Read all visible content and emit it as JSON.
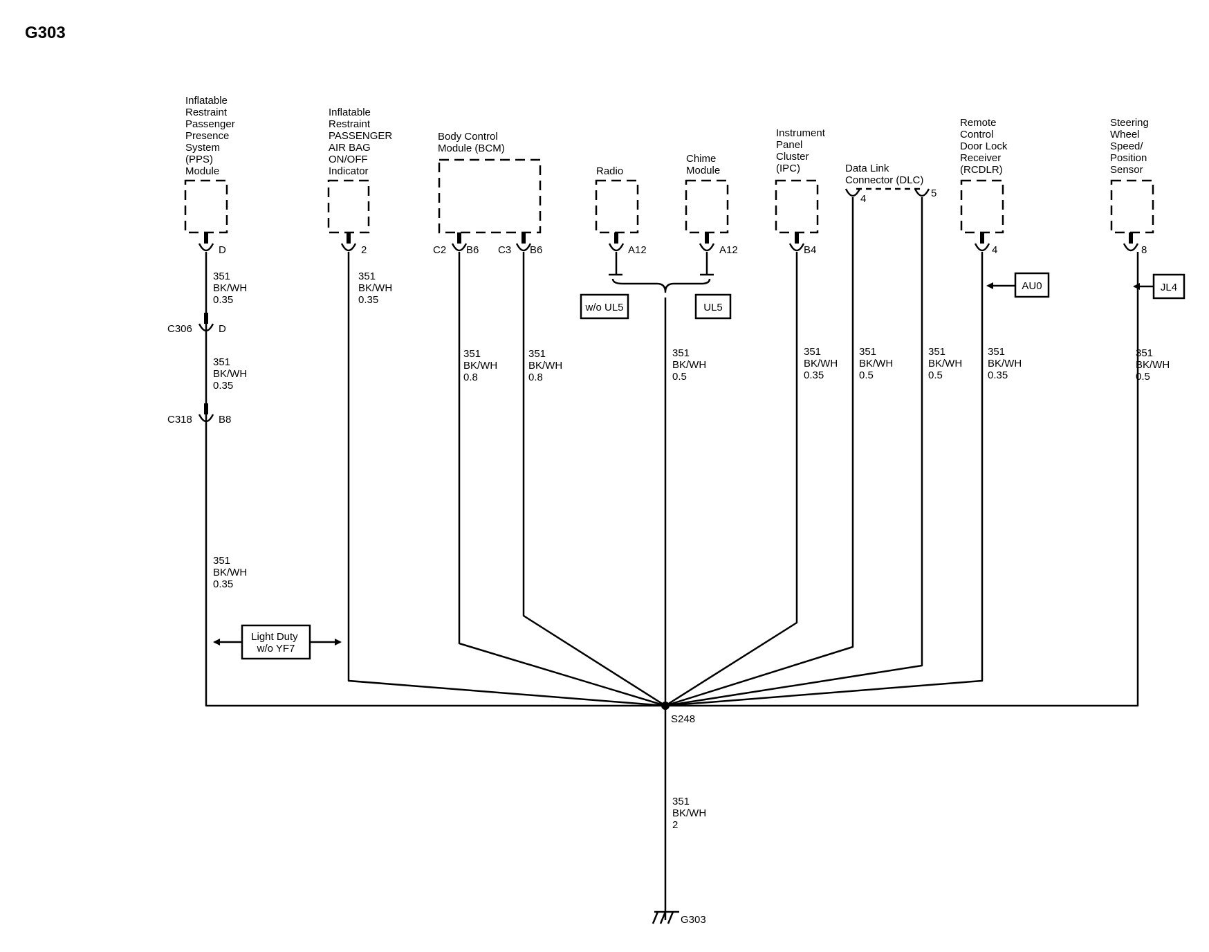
{
  "title": "G303",
  "components": [
    {
      "id": "pps",
      "label": [
        "Inflatable",
        "Restraint",
        "Passenger",
        "Presence",
        "System",
        "(PPS)",
        "Module"
      ]
    },
    {
      "id": "airbag_ind",
      "label": [
        "Inflatable",
        "Restraint",
        "PASSENGER",
        "AIR BAG",
        "ON/OFF",
        "Indicator"
      ]
    },
    {
      "id": "bcm",
      "label": [
        "Body Control",
        "Module (BCM)"
      ]
    },
    {
      "id": "radio",
      "label": [
        "Radio"
      ]
    },
    {
      "id": "chime",
      "label": [
        "Chime",
        "Module"
      ]
    },
    {
      "id": "ipc",
      "label": [
        "Instrument",
        "Panel",
        "Cluster",
        "(IPC)"
      ]
    },
    {
      "id": "dlc",
      "label": [
        "Data Link",
        "Connector (DLC)"
      ]
    },
    {
      "id": "rcdlr",
      "label": [
        "Remote",
        "Control",
        "Door Lock",
        "Receiver",
        "(RCDLR)"
      ]
    },
    {
      "id": "swps",
      "label": [
        "Steering",
        "Wheel",
        "Speed/",
        "Position",
        "Sensor"
      ]
    }
  ],
  "pins": {
    "pps": "D",
    "airbag_ind": "2",
    "bcm_c2_conn": "C2",
    "bcm_c2_pin": "B6",
    "bcm_c3_conn": "C3",
    "bcm_c3_pin": "B6",
    "radio": "A12",
    "chime": "A12",
    "ipc": "B4",
    "dlc_a": "4",
    "dlc_b": "5",
    "rcdlr": "4",
    "swps": "8"
  },
  "inline_connectors": [
    {
      "name": "C306",
      "pin": "D"
    },
    {
      "name": "C318",
      "pin": "B8"
    }
  ],
  "wires": {
    "w035": [
      "351",
      "BK/WH",
      "0.35"
    ],
    "w08": [
      "351",
      "BK/WH",
      "0.8"
    ],
    "w05": [
      "351",
      "BK/WH",
      "0.5"
    ],
    "w2": [
      "351",
      "BK/WH",
      "2"
    ]
  },
  "options": {
    "wo_ul5": "w/o UL5",
    "ul5": "UL5",
    "au0": "AU0",
    "jl4": "JL4",
    "light_duty": [
      "Light Duty",
      "w/o YF7"
    ]
  },
  "splice": "S248",
  "ground": "G303"
}
